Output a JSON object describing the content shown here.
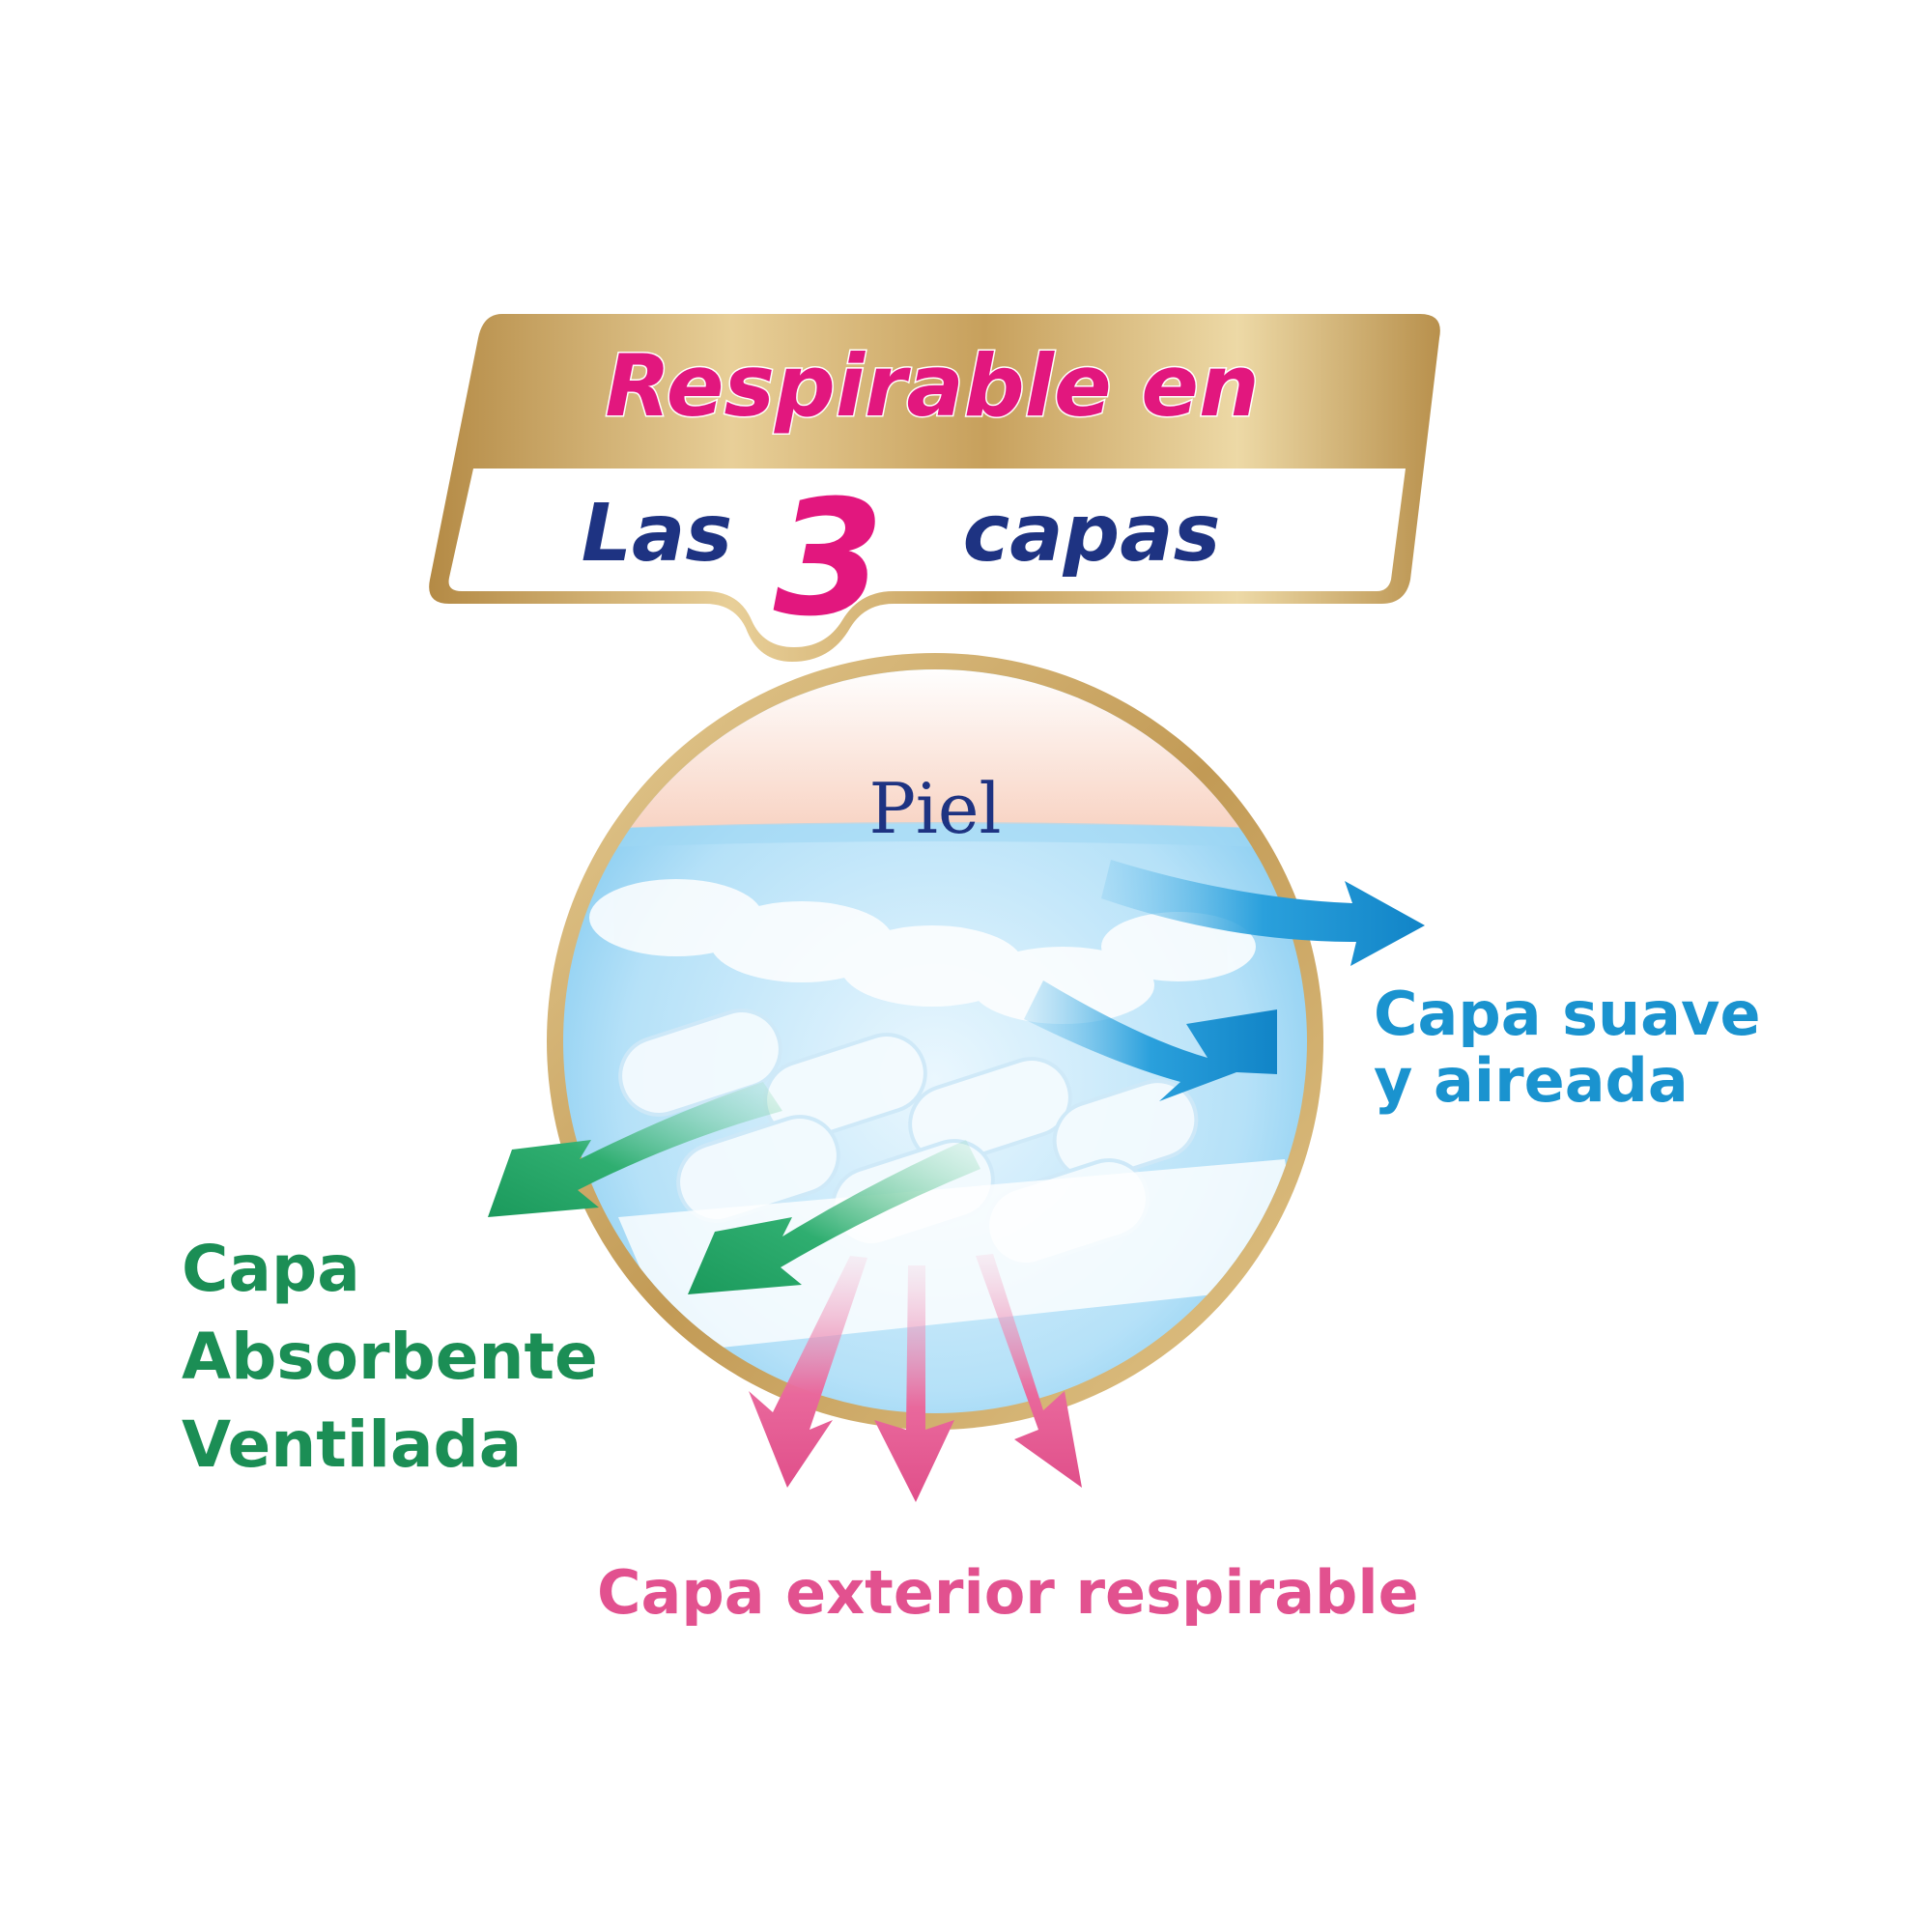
{
  "badge": {
    "line1": "Respirable en",
    "line2_left": "Las",
    "number": "3",
    "line2_right": "capas"
  },
  "circle": {
    "top_label": "Piel"
  },
  "labels": {
    "soft_layer": [
      "Capa suave",
      "y aireada"
    ],
    "absorbent_layer": [
      "Capa",
      "Absorbente",
      "Ventilada"
    ],
    "outer_layer": "Capa exterior respirable"
  },
  "colors": {
    "gold": "#c9a25e",
    "magenta": "#e2177e",
    "navy": "#1e3382",
    "blue_arrow": "#1b8fd0",
    "green_arrow": "#1f9a5e",
    "pink_arrow": "#e4568f",
    "sky": "#bfe7fb",
    "skin": "#fbe2d6"
  },
  "icons": {
    "blue_arrows": "curved-right-arrow-icon",
    "green_arrows": "curved-down-left-arrow-icon",
    "pink_arrows": "down-arrow-icon"
  }
}
